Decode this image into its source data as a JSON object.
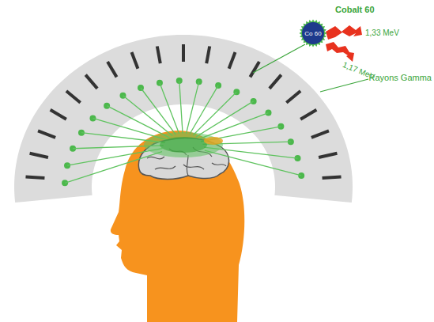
{
  "diagram": {
    "nodes": [
      {
        "text": [
          "Co 60"
        ]
      }
    ],
    "labels": [
      "Cobalt 60",
      "1,33 MeV",
      "1,17 MeV",
      "Rayons Gamma"
    ]
  }
}
